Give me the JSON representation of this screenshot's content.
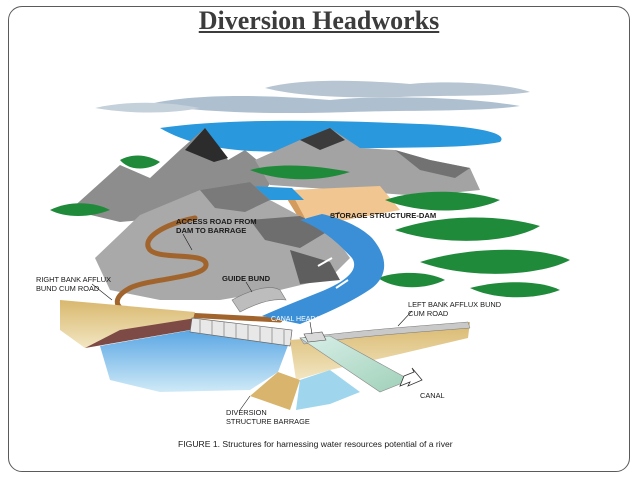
{
  "slide": {
    "title": "Diversion Headworks"
  },
  "diagram": {
    "labels": {
      "access_road": [
        "ACCESS ROAD FROM",
        "DAM TO BARRAGE"
      ],
      "storage_dam": "STORAGE STRUCTURE-DAM",
      "right_bank_bund": [
        "RIGHT BANK AFFLUX",
        "BUND CUM ROAD"
      ],
      "guide_bund": "GUIDE BUND",
      "left_bank_bund": [
        "LEFT BANK AFFLUX BUND",
        "CUM ROAD"
      ],
      "canal_head_works": "CANAL HEAD WORKS",
      "canal": "CANAL",
      "diversion_barrage": [
        "DIVERSION",
        "STRUCTURE BARRAGE"
      ]
    },
    "caption": "FIGURE 1. Structures for harnessing water resources potential of a river"
  },
  "colors": {
    "sky_cloud": "#b7c5d2",
    "water": "#3a8fd6",
    "water_light": "#9fd6ee",
    "mountain_grey": "#9a9a9a",
    "forest": "#1f8a3a",
    "dam_face": "#f2c690",
    "road": "#a0642c",
    "soil": "#d8b46c"
  }
}
